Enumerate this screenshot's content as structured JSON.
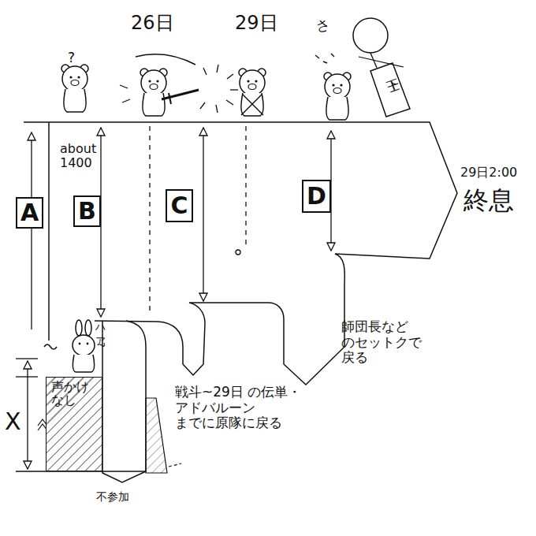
{
  "diagram": {
    "nodes": [
      {
        "text": [
          "A"
        ]
      },
      {
        "text": [
          "B"
        ]
      },
      {
        "text": [
          "C"
        ]
      },
      {
        "text": [
          "D"
        ]
      },
      {
        "text": [
          "声かけ なし"
        ]
      }
    ],
    "labels": [
      "26日",
      "29日",
      "?",
      "さ",
      "下士",
      "about 1400",
      "29日2:00",
      "終息",
      "ハア?",
      "X",
      "戦斗~29日 の伝単・アドバルーン までに原隊に戻る",
      "師団長など のセットクで 戻る",
      "不参加"
    ]
  }
}
